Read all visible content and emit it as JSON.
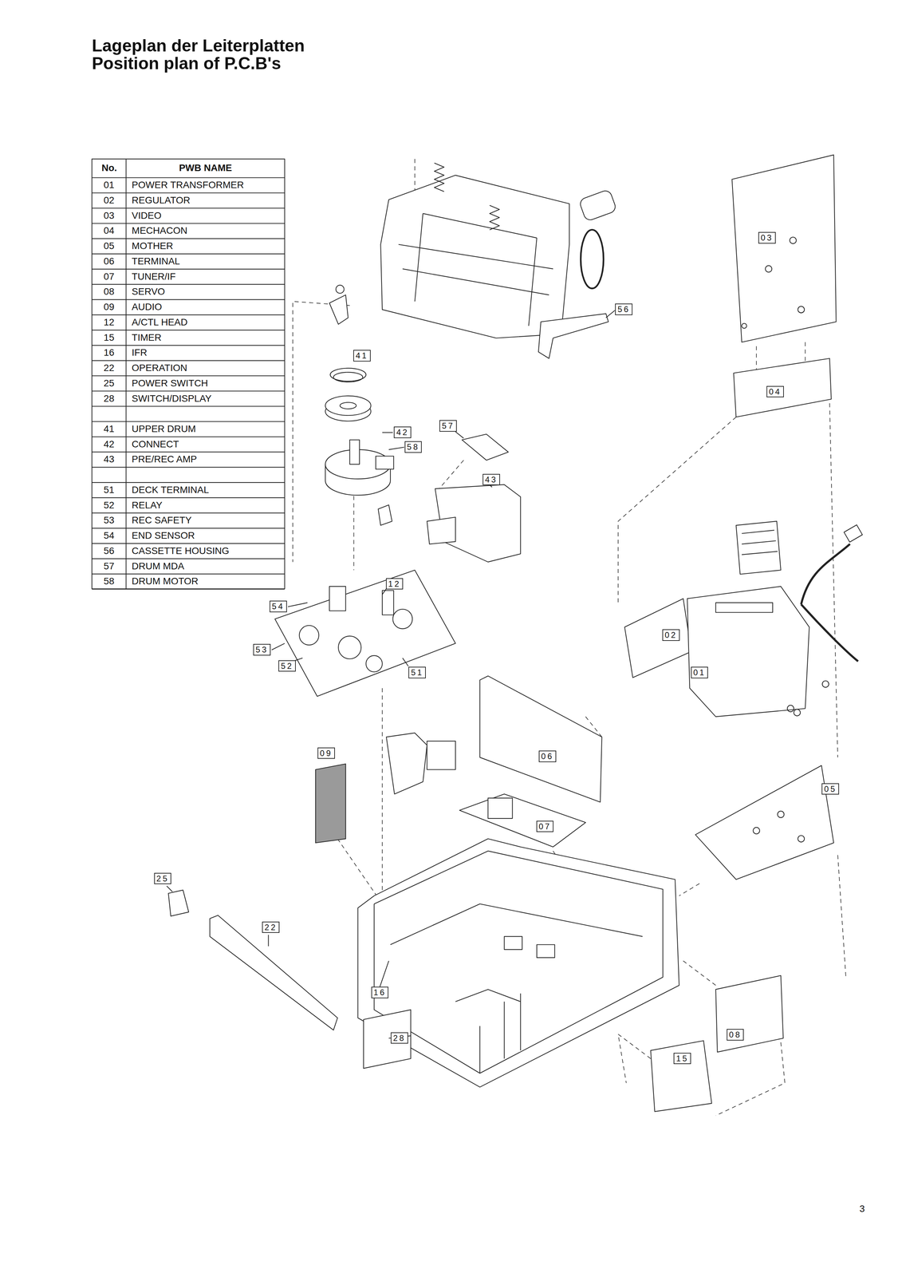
{
  "diagram": {
    "title": "Lageplan der Leiterplatten Position plan of P.C.B's",
    "nodes": [
      {
        "text": [
          "03"
        ]
      },
      {
        "text": [
          "56"
        ]
      },
      {
        "text": [
          "41"
        ]
      },
      {
        "text": [
          "04"
        ]
      },
      {
        "text": [
          "57"
        ]
      },
      {
        "text": [
          "42"
        ]
      },
      {
        "text": [
          "58"
        ]
      },
      {
        "text": [
          "43"
        ]
      },
      {
        "text": [
          "12"
        ]
      },
      {
        "text": [
          "54"
        ]
      },
      {
        "text": [
          "02"
        ]
      },
      {
        "text": [
          "53"
        ]
      },
      {
        "text": [
          "52"
        ]
      },
      {
        "text": [
          "51"
        ]
      },
      {
        "text": [
          "01"
        ]
      },
      {
        "text": [
          "09"
        ]
      },
      {
        "text": [
          "06"
        ]
      },
      {
        "text": [
          "05"
        ]
      },
      {
        "text": [
          "07"
        ]
      },
      {
        "text": [
          "25"
        ]
      },
      {
        "text": [
          "22"
        ]
      },
      {
        "text": [
          "16"
        ]
      },
      {
        "text": [
          "28"
        ]
      },
      {
        "text": [
          "08"
        ]
      },
      {
        "text": [
          "15"
        ]
      }
    ],
    "labels": [
      "No.",
      "PWB NAME",
      "01",
      "POWER TRANSFORMER",
      "02",
      "REGULATOR",
      "03",
      "VIDEO",
      "04",
      "MECHACON",
      "05",
      "MOTHER",
      "06",
      "TERMINAL",
      "07",
      "TUNER/IF",
      "08",
      "SERVO",
      "09",
      "AUDIO",
      "12",
      "A/CTL HEAD",
      "15",
      "TIMER",
      "16",
      "IFR",
      "22",
      "OPERATION",
      "25",
      "POWER SWITCH",
      "28",
      "SWITCH/DISPLAY",
      "41",
      "UPPER DRUM",
      "42",
      "CONNECT",
      "43",
      "PRE/REC AMP",
      "51",
      "DECK TERMINAL",
      "52",
      "RELAY",
      "53",
      "REC SAFETY",
      "54",
      "END SENSOR",
      "56",
      "CASSETTE HOUSING",
      "57",
      "DRUM MDA",
      "58",
      "DRUM MOTOR",
      "3"
    ]
  }
}
